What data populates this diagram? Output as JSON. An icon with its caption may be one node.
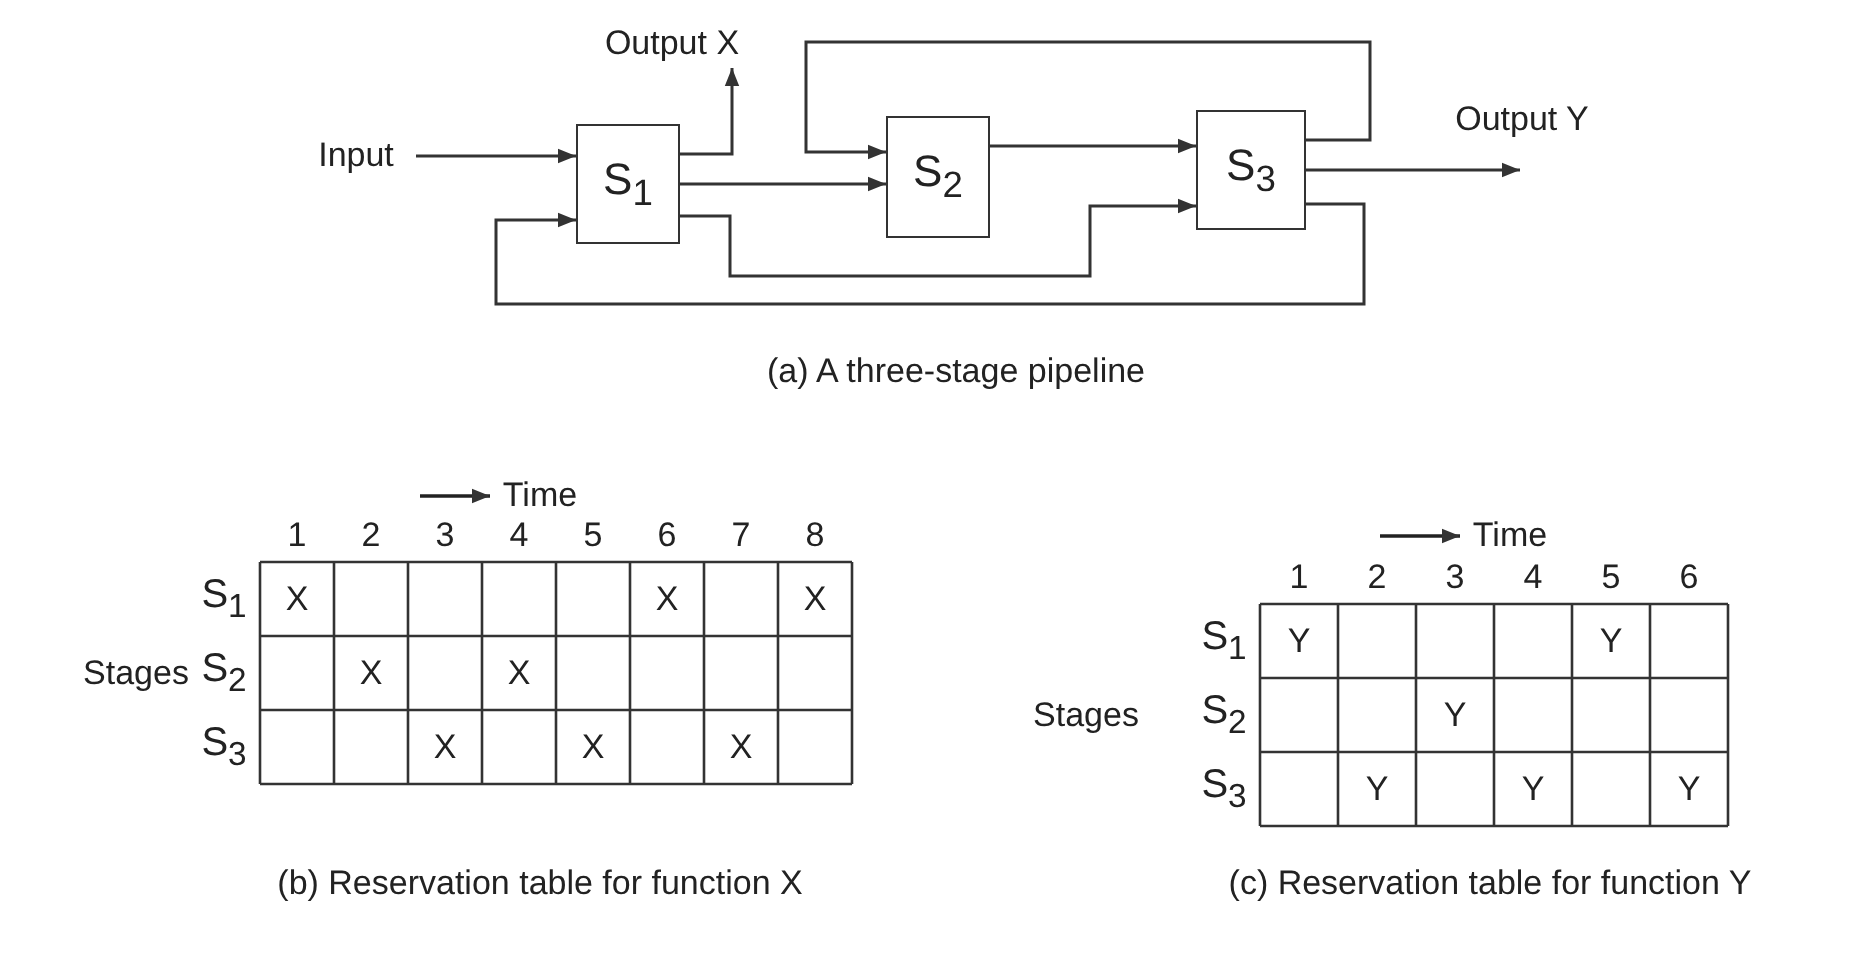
{
  "diagram": {
    "nodes": [
      {
        "text": [
          "Input"
        ]
      },
      {
        "text": [
          "S$_{1}$"
        ]
      },
      {
        "text": [
          "S$_{2}$"
        ]
      },
      {
        "text": [
          "S$_{3}$"
        ]
      },
      {
        "text": [
          "Output X"
        ]
      },
      {
        "text": [
          "Output Y"
        ]
      }
    ],
    "edges": [
      {
        "from": 0,
        "to": 1,
        "arrow": "to"
      },
      {
        "from": 1,
        "to": 4,
        "arrow": "to"
      },
      {
        "from": 1,
        "to": 2,
        "arrow": "to"
      },
      {
        "from": 1,
        "to": 3,
        "arrow": "to"
      },
      {
        "from": 2,
        "to": 3,
        "arrow": "to"
      },
      {
        "from": 3,
        "to": 2,
        "arrow": "to"
      },
      {
        "from": 3,
        "to": 1,
        "arrow": "to"
      },
      {
        "from": 3,
        "to": 5,
        "arrow": "to"
      }
    ],
    "labels": [
      "(a) A three-stage pipeline",
      "Time",
      "1",
      "2",
      "3",
      "4",
      "5",
      "6",
      "7",
      "8",
      "S$_{1}$",
      "X",
      "X",
      "X",
      "Stages",
      "S$_{2}$",
      "X",
      "X",
      "S$_{3}$",
      "X",
      "X",
      "X",
      "(b) Reservation table for function X",
      "Time",
      "1",
      "2",
      "3",
      "4",
      "5",
      "6",
      "S$_{1}$",
      "Y",
      "Y",
      "Stages",
      "S$_{2}$",
      "Y",
      "S$_{3}$",
      "Y",
      "Y",
      "Y",
      "(c) Reservation table for function Y"
    ]
  }
}
